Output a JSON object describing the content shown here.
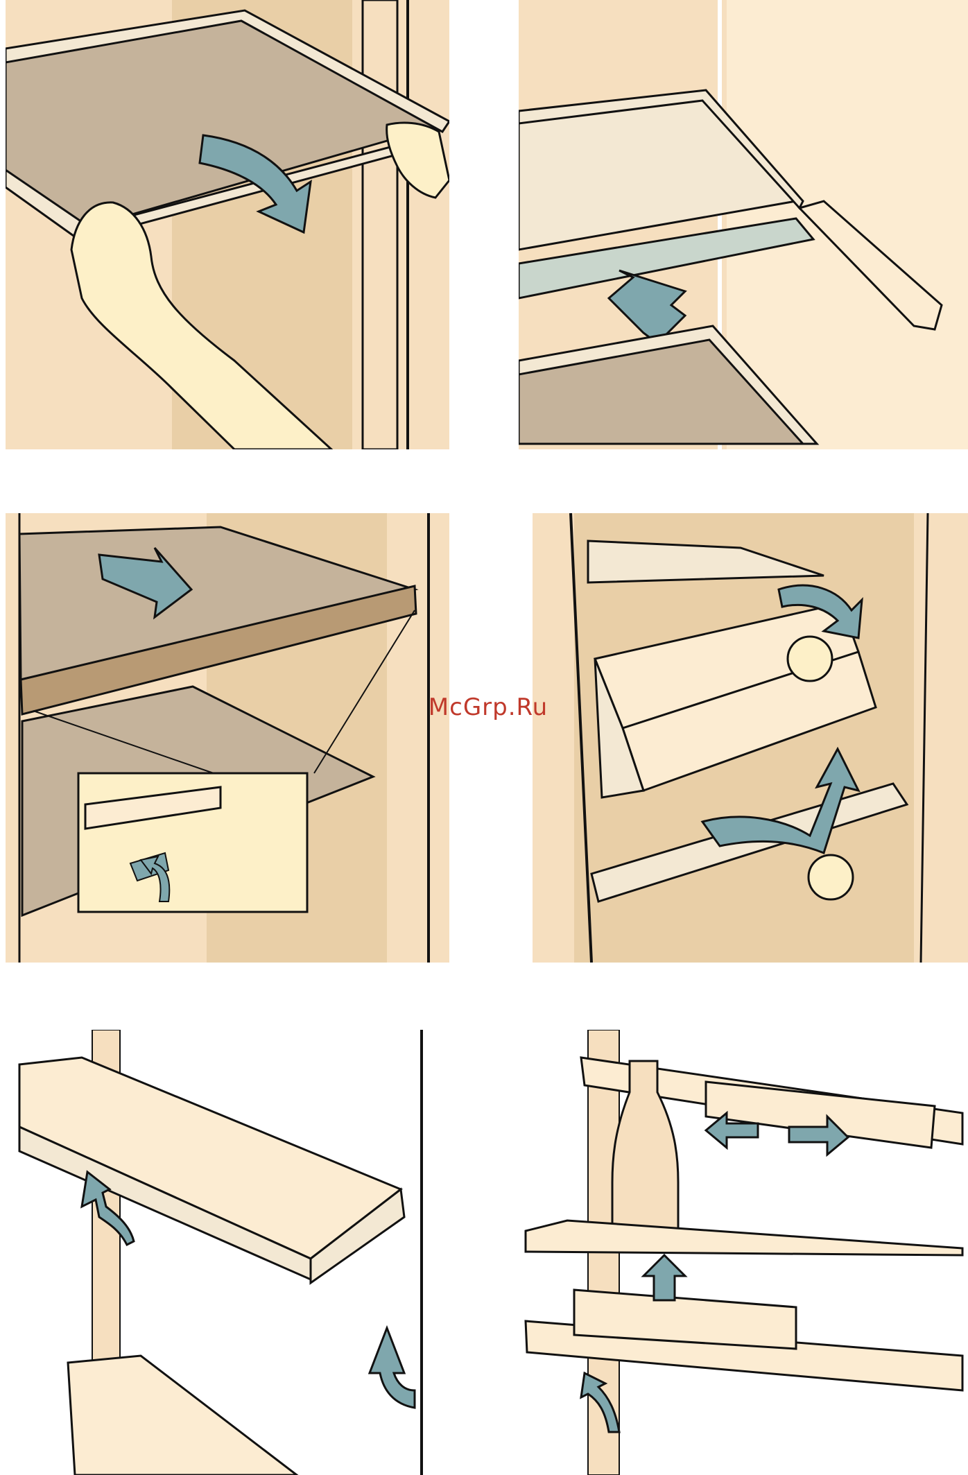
{
  "watermark": {
    "text": "McGrp.Ru"
  },
  "colors": {
    "background": "#ffffff",
    "wall": "#f6dfbf",
    "wall_dark": "#e9cfa7",
    "glass": "#c5b39b",
    "glass_light": "#f3e8d3",
    "skin": "#fdf0c8",
    "plastic": "#fcecd2",
    "arrow": "#7fa7ad",
    "outline": "#111111",
    "watermark": "#c0392b"
  },
  "panels": [
    {
      "name": "panel-remove-glass-shelf",
      "arrow": "down-right"
    },
    {
      "name": "panel-insert-shelf-cover",
      "arrow": "up-right"
    },
    {
      "name": "panel-shelf-lock-detail",
      "arrow": "right"
    },
    {
      "name": "panel-crisper-drawer",
      "arrow": "curved-up"
    },
    {
      "name": "panel-door-bins",
      "arrow": "up"
    },
    {
      "name": "panel-bottle-shelf",
      "arrow": "left-right"
    }
  ]
}
